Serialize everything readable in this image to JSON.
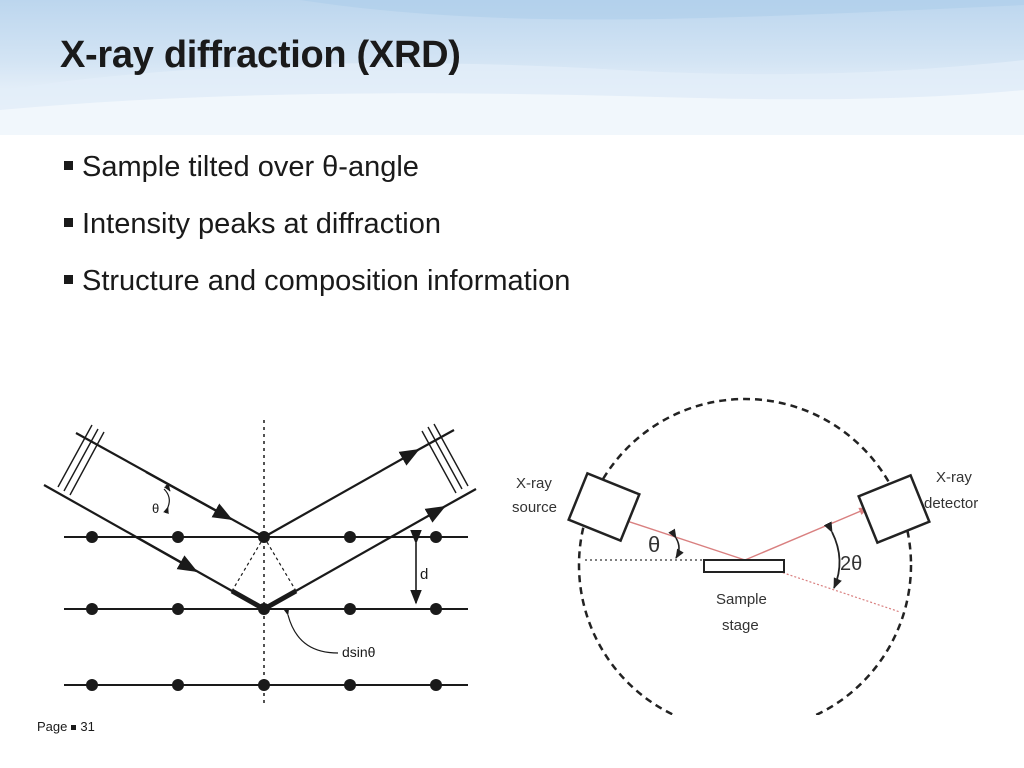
{
  "slide": {
    "title": "X-ray diffraction (XRD)",
    "bullets": [
      "Sample tilted over θ-angle",
      "Intensity peaks at diffraction",
      "Structure and composition information"
    ]
  },
  "bragg_figure": {
    "theta_label": "θ",
    "d_label": "d",
    "dsin_label": "dsinθ"
  },
  "goniometer_figure": {
    "source_label": [
      "X-ray",
      "source"
    ],
    "detector_label": [
      "X-ray",
      "detector"
    ],
    "stage_label": [
      "Sample",
      "stage"
    ],
    "theta_label": "θ",
    "two_theta_label": "2θ"
  },
  "footer": {
    "page_label": "Page",
    "page_number": "31"
  }
}
